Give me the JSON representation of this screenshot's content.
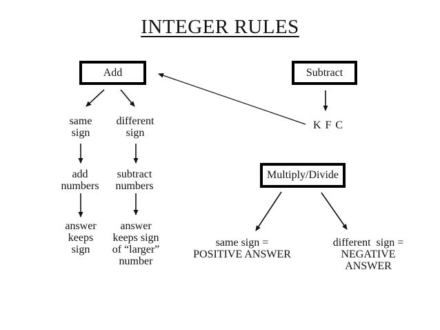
{
  "title": "INTEGER RULES",
  "boxes": {
    "add": "Add",
    "subtract": "Subtract",
    "multiply_divide": "Multiply/Divide"
  },
  "add_flow": {
    "same_branch": {
      "sign": "same\nsign",
      "action": "add\nnumbers",
      "result": "answer\nkeeps\nsign"
    },
    "different_branch": {
      "sign": "different\nsign",
      "action": "subtract\nnumbers",
      "result": "answer\nkeeps sign\nof “larger”\nnumber"
    }
  },
  "subtract_flow": {
    "mnemonic": "K F C"
  },
  "multiply_divide_flow": {
    "same_rule": "same sign =\nPOSITIVE ANSWER",
    "different_rule": "different  sign =\nNEGATIVE ANSWER"
  },
  "colors": {
    "text": "#111111",
    "box_border": "#000000",
    "background": "#ffffff"
  }
}
